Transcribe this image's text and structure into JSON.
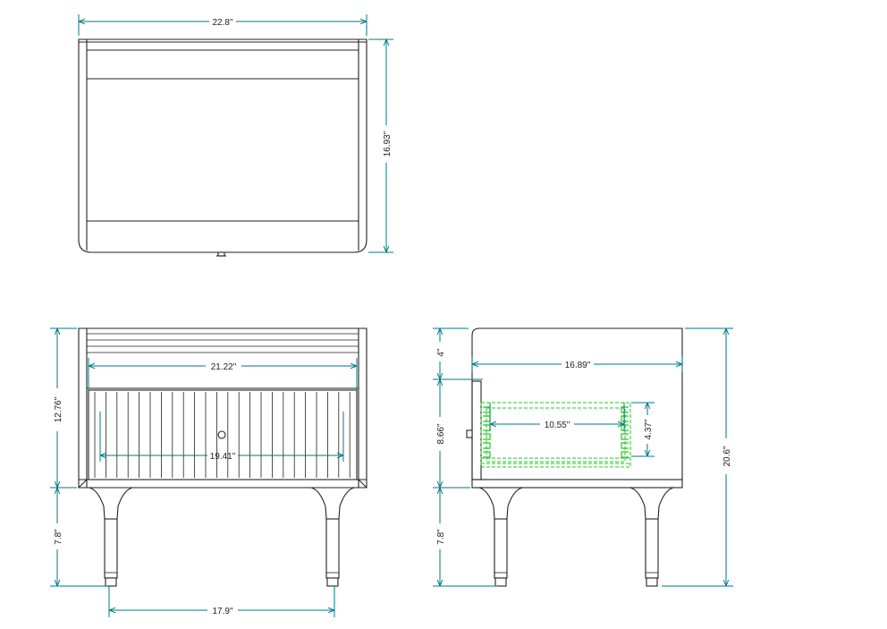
{
  "dimensions": {
    "top_width": "22.8\"",
    "top_depth": "16.93\"",
    "front_inner_width": "21.22\"",
    "front_drawer_width": "19.41\"",
    "front_body_height": "12.76\"",
    "front_leg_height": "7.8\"",
    "front_leg_span": "17.9\"",
    "side_top_band": "4\"",
    "side_depth": "16.89\"",
    "side_drawer_height": "8.66\"",
    "side_drawer_inner_depth": "10.55\"",
    "side_drawer_inner_height": "4.37\"",
    "side_leg_height": "7.8\"",
    "side_total_height": "20.6\""
  },
  "colors": {
    "dimension_line": "#007a80",
    "object_line": "#222222",
    "drawer_hidden": "#22cc22"
  }
}
